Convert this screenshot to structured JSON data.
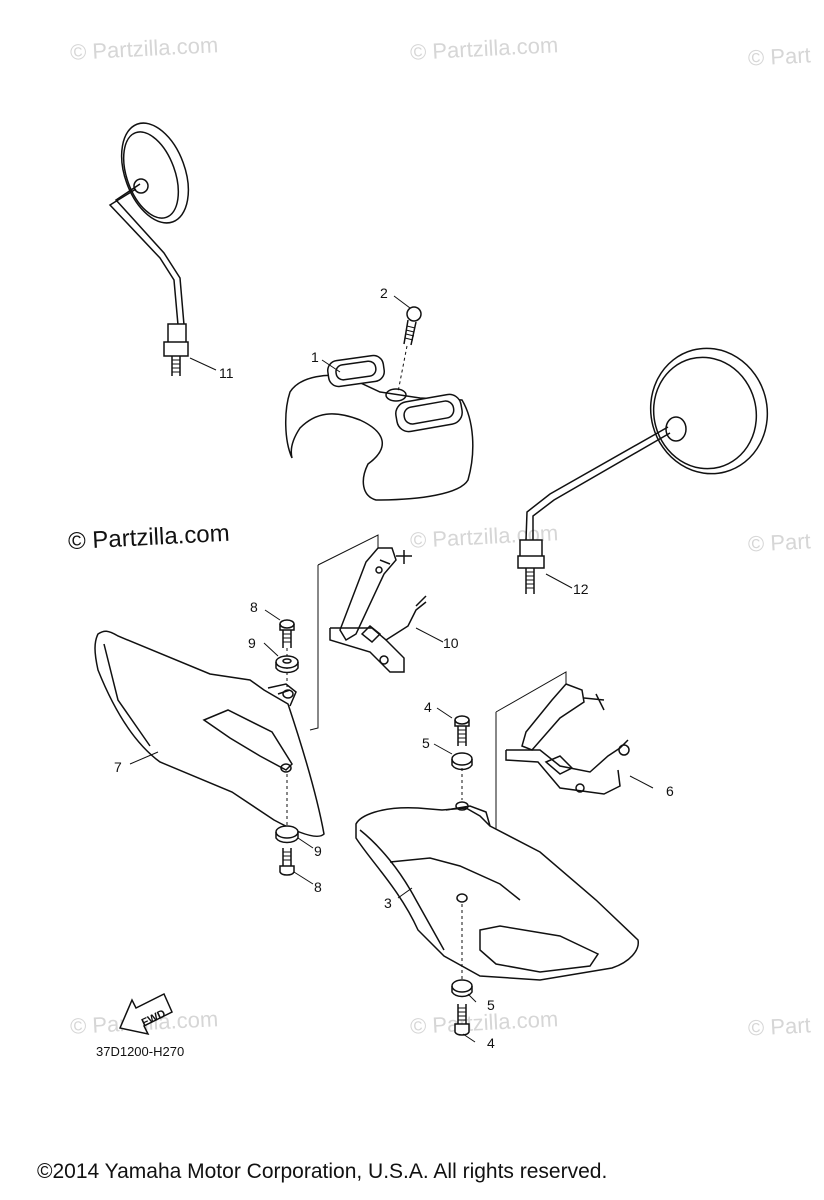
{
  "watermarks": [
    "© Partzilla.com",
    "© Partzilla.com",
    "© Part",
    "© Partzilla.com",
    "© Part",
    "© Partzilla.com",
    "© Partzilla.com",
    "© Part"
  ],
  "main_watermark": "© Partzilla.com",
  "callouts": [
    {
      "label": "1"
    },
    {
      "label": "2"
    },
    {
      "label": "3"
    },
    {
      "label": "4"
    },
    {
      "label": "4"
    },
    {
      "label": "5"
    },
    {
      "label": "5"
    },
    {
      "label": "6"
    },
    {
      "label": "7"
    },
    {
      "label": "8"
    },
    {
      "label": "8"
    },
    {
      "label": "9"
    },
    {
      "label": "9"
    },
    {
      "label": "10"
    },
    {
      "label": "11"
    },
    {
      "label": "12"
    }
  ],
  "fwd_label": "FWD",
  "diagram_code": "37D1200-H270",
  "footer": "©2014  Yamaha Motor Corporation, U.S.A. All rights reserved."
}
